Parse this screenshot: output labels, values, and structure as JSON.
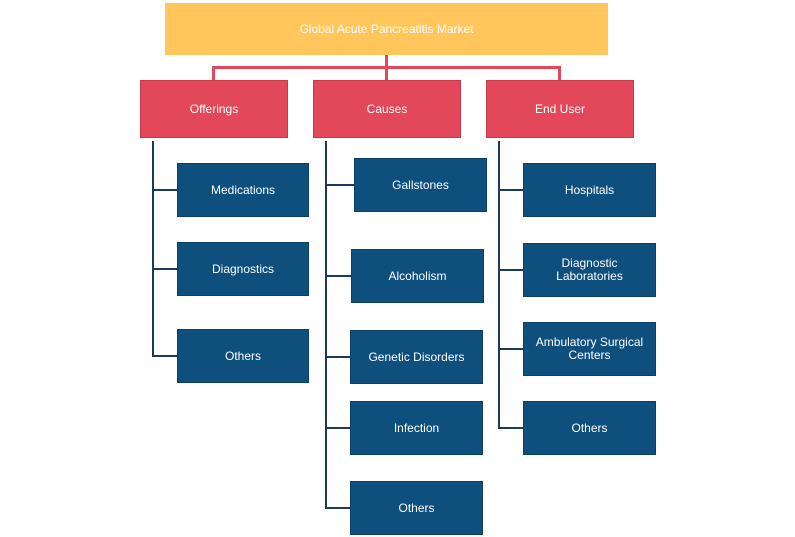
{
  "root": {
    "label": "Global Acute Pancreatitis Market"
  },
  "categories": [
    {
      "label": "Offerings",
      "items": [
        "Medications",
        "Diagnostics",
        "Others"
      ]
    },
    {
      "label": "Causes",
      "items": [
        "Gallstones",
        "Alcoholism",
        "Genetic Disorders",
        "Infection",
        "Others"
      ]
    },
    {
      "label": "End User",
      "items": [
        "Hospitals",
        "Diagnostic Laboratories",
        "Ambulatory Surgical Centers",
        "Others"
      ]
    }
  ],
  "colors": {
    "root": "#FFC65C",
    "category": "#E2475A",
    "leaf": "#0E4F7E",
    "connector_top": "#E2475A",
    "connector_branch": "#1B3A5A"
  }
}
